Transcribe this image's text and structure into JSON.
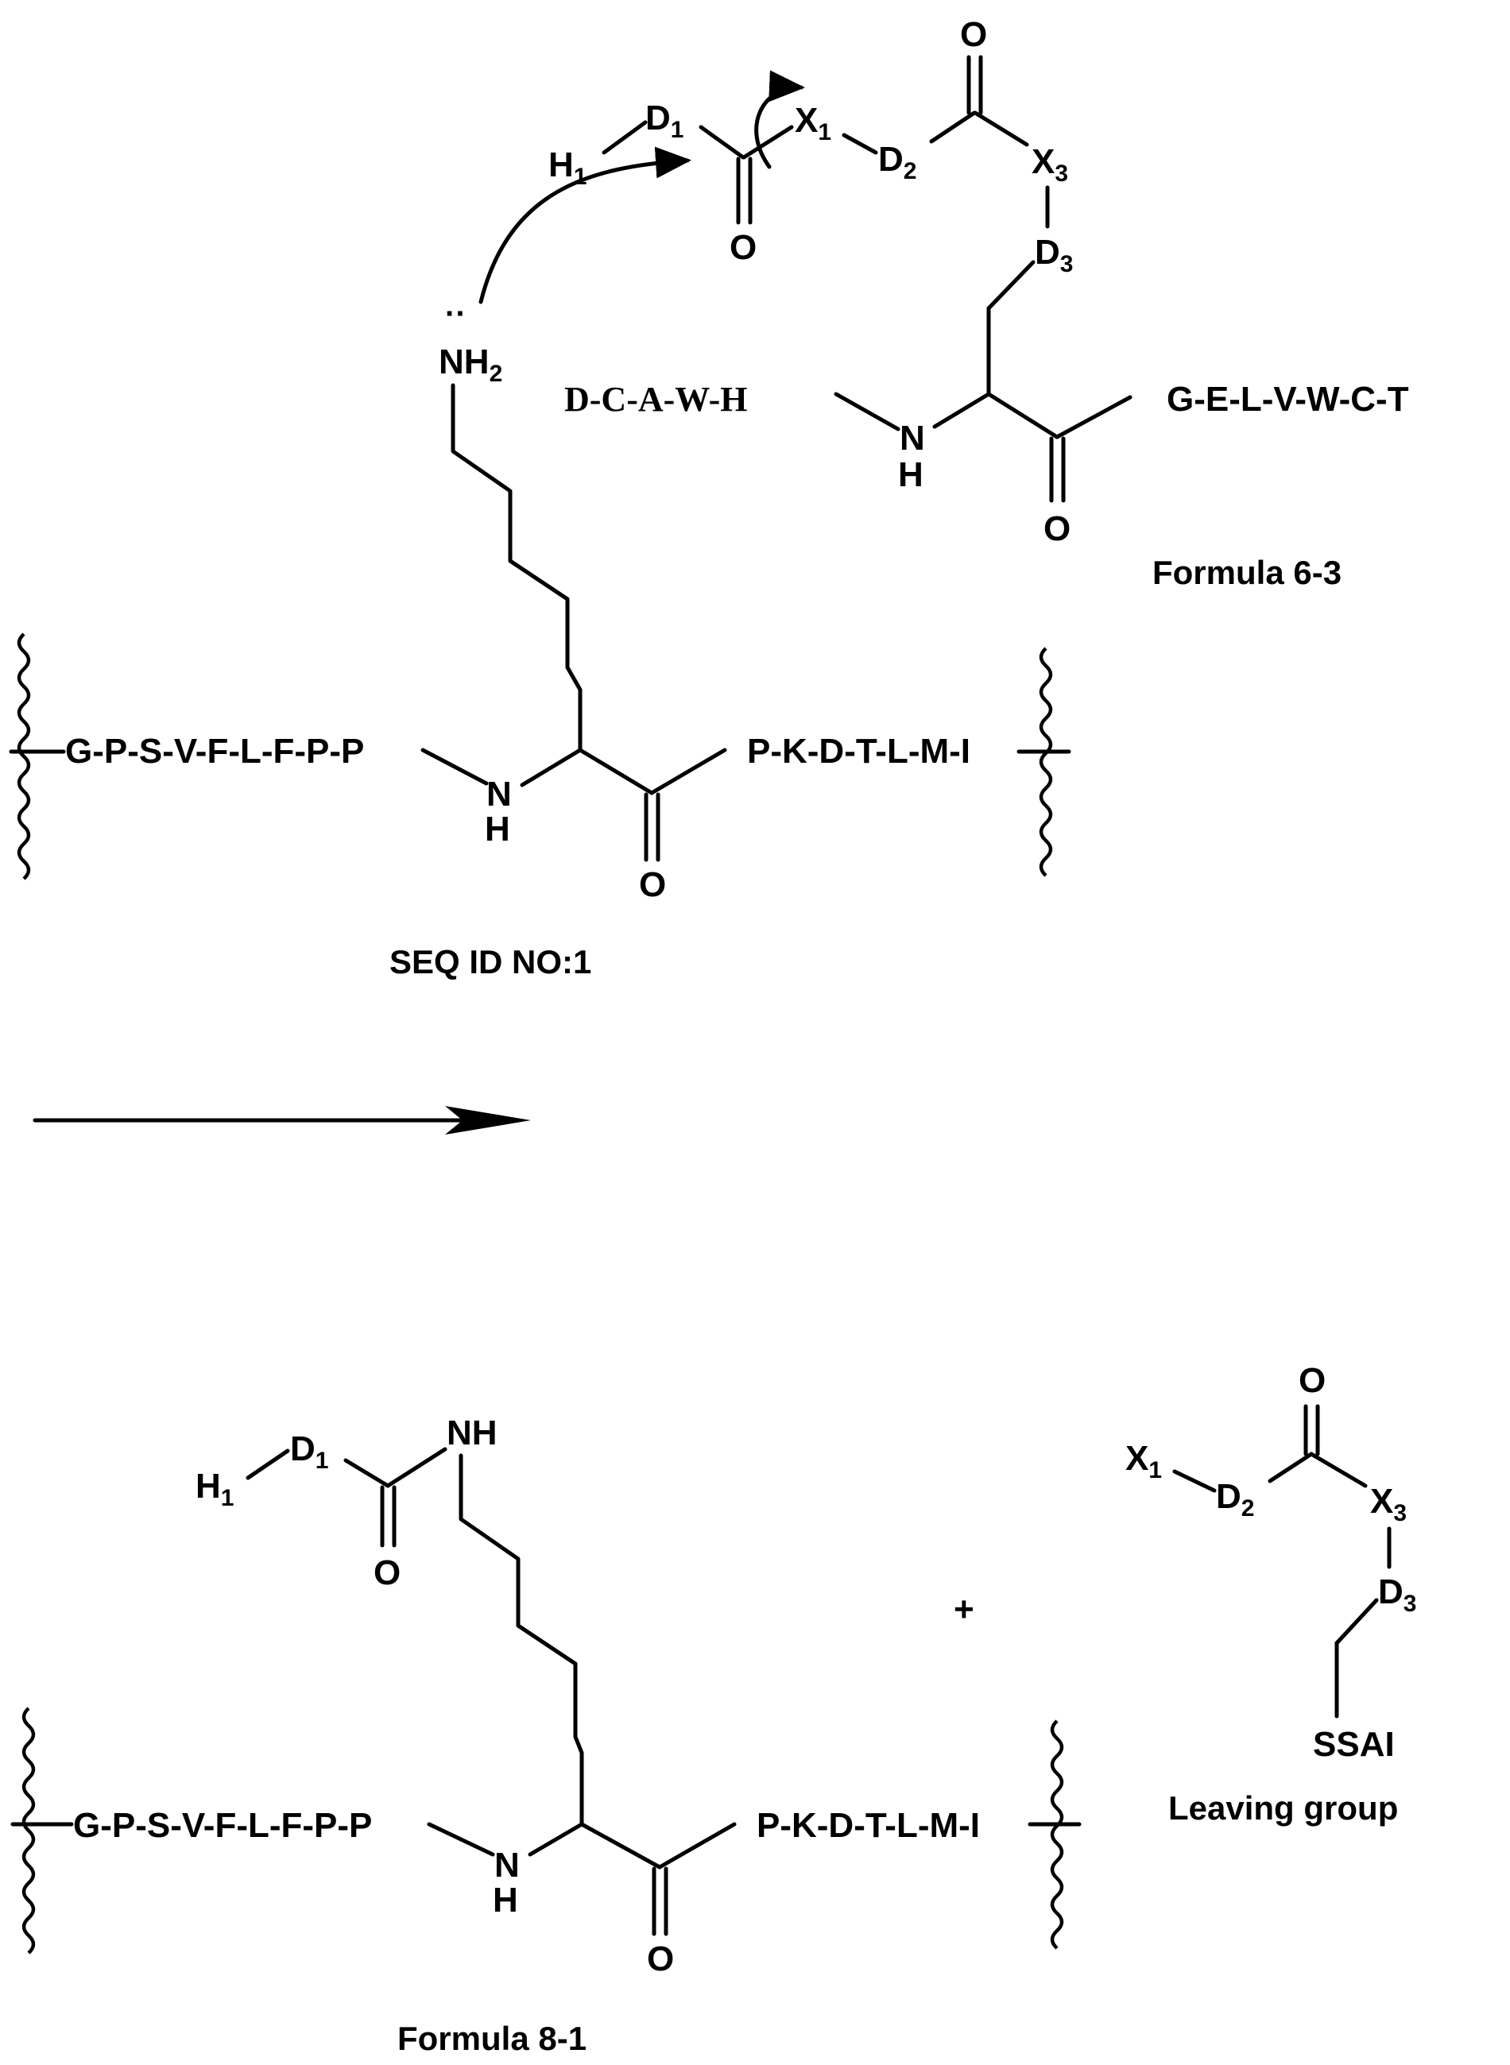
{
  "reactants": {
    "peptide_chain": {
      "left_sequence": "G-P-S-V-F-L-F-P-P",
      "right_sequence": "P-K-D-T-L-M-I",
      "amine_label": "N",
      "amine_h": "H",
      "carbonyl_o": "O",
      "nucleophile_group": "NH",
      "nucleophile_subscript": "2",
      "lone_pair": "··",
      "caption": "SEQ ID NO:1"
    },
    "reagent": {
      "left_sequence": "D-C-A-W-H",
      "right_sequence": "G-E-L-V-W-C-T",
      "amine_label": "N",
      "amine_h": "H",
      "carbonyl_o": "O",
      "h1": "H",
      "h1_sub": "1",
      "d1": "D",
      "d1_sub": "1",
      "x1": "X",
      "x1_sub": "1",
      "d2": "D",
      "d2_sub": "2",
      "x3": "X",
      "x3_sub": "3",
      "d3": "D",
      "d3_sub": "3",
      "o_top": "O",
      "o_bottom": "O",
      "caption": "Formula 6-3"
    }
  },
  "products": {
    "conjugate": {
      "left_sequence": "G-P-S-V-F-L-F-P-P",
      "right_sequence": "P-K-D-T-L-M-I",
      "amine_label": "N",
      "amine_h": "H",
      "carbonyl_o": "O",
      "amide_nh": "NH",
      "h1": "H",
      "h1_sub": "1",
      "d1": "D",
      "d1_sub": "1",
      "acyl_o": "O",
      "caption": "Formula 8-1"
    },
    "plus": "+",
    "leaving_group": {
      "x1": "X",
      "x1_sub": "1",
      "d2": "D",
      "d2_sub": "2",
      "x3": "X",
      "x3_sub": "3",
      "d3": "D",
      "d3_sub": "3",
      "o_top": "O",
      "ssai": "SSAI",
      "caption": "Leaving group"
    }
  }
}
